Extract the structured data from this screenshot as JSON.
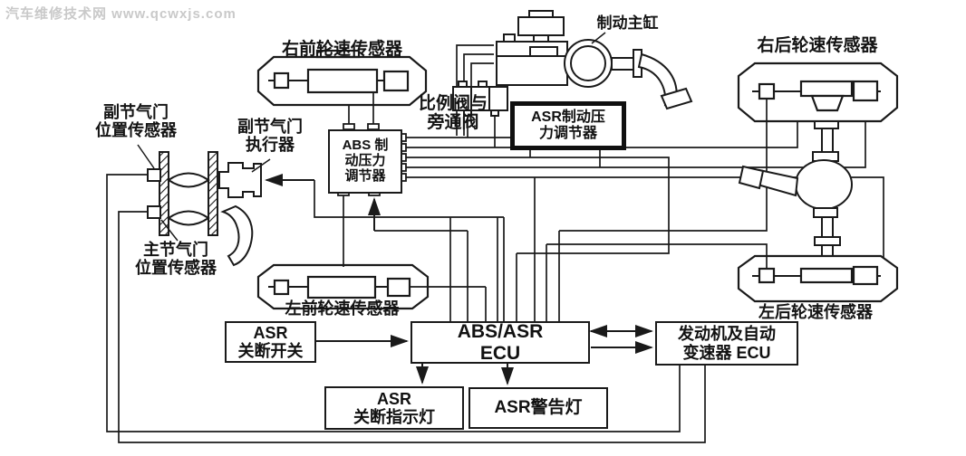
{
  "watermark": "汽车维修技术网 www.qcwxjs.com",
  "sensors": {
    "front_right": "右前轮速传感器",
    "rear_right": "右后轮速传感器",
    "front_left": "左前轮速传感器",
    "rear_left": "左后轮速传感器"
  },
  "components": {
    "master_cylinder": "制动主缸",
    "valve": {
      "line1": "比例阀与",
      "line2": "旁通阀"
    },
    "sub_throttle_sensor": {
      "line1": "副节气门",
      "line2": "位置传感器"
    },
    "sub_throttle_actuator": {
      "line1": "副节气门",
      "line2": "执行器"
    },
    "main_throttle_sensor": {
      "line1": "主节气门",
      "line2": "位置传感器"
    }
  },
  "boxes": {
    "asr_regulator": {
      "line1": "ASR制动压",
      "line2": "力调节器"
    },
    "abs_regulator": {
      "line1": "ABS 制",
      "line2": "动压力",
      "line3": "调节器"
    },
    "asr_switch": {
      "line1": "ASR",
      "line2": "关断开关"
    },
    "abs_asr_ecu": {
      "line1": "ABS/ASR",
      "line2": "ECU"
    },
    "engine_ecu": {
      "line1": "发动机及自动",
      "line2": "变速器 ECU"
    },
    "asr_off_indicator": {
      "line1": "ASR",
      "line2": "关断指示灯"
    },
    "asr_warning_lamp": {
      "line1": "ASR警告灯"
    }
  },
  "colors": {
    "line": "#1a1a1a",
    "text": "#111111",
    "watermark": "#c9c9c9",
    "background": "#ffffff"
  }
}
